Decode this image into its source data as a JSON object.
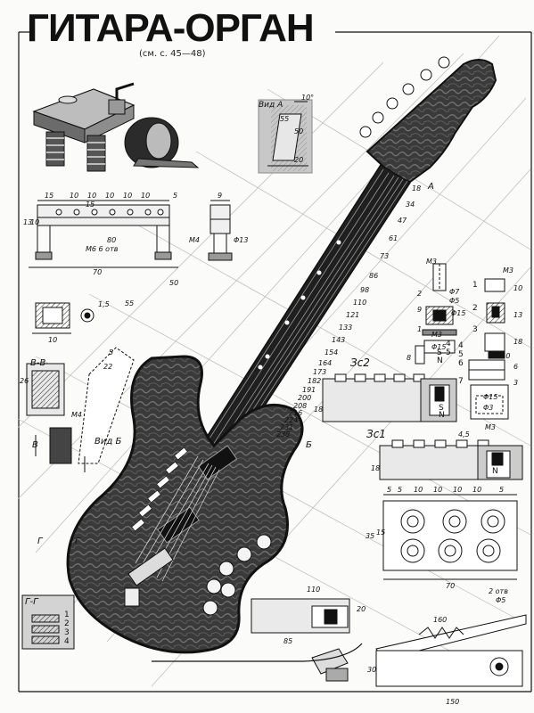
{
  "title": "ГИТАРА-ОРГАН",
  "subtitle": "(см. с. 45—48)",
  "views": {
    "view_a": "Вид А",
    "view_b": "Вид Б",
    "section_bb": "В-В",
    "section_gg": "Г-Г",
    "zs2": "Зс2",
    "zs1": "Зс1",
    "mark_a": "А",
    "mark_b": "Б",
    "mark_v": "В",
    "mark_g1": "Г",
    "mark_g2": "Г"
  },
  "dims": {
    "bracket_spacing": [
      "15",
      "10",
      "10",
      "10",
      "10",
      "10",
      "5"
    ],
    "bracket_mid": "15",
    "bracket_holes": "М6 6 отв",
    "bracket_80": "80",
    "bracket_70": "70",
    "bracket_13": "13",
    "bracket_h10": "10",
    "bracket_m4": "М4",
    "bracket_9": "9",
    "bracket_d13": "Φ13",
    "small_10": "10",
    "small_15": "1,5",
    "view_a_10": "10°",
    "view_a_55": "55",
    "view_a_50": "50",
    "view_a_20": "20",
    "neck_50": "50",
    "neck_55": "55",
    "bb_26": "26",
    "bb_5": "5",
    "bb_22": "22",
    "bb_m4": "М4",
    "zs2_18": "18",
    "zs1_18": "18",
    "zs1_45": "4,5",
    "box_spacing": [
      "5",
      "5",
      "10",
      "10",
      "10",
      "10",
      "5"
    ],
    "box_15": "15",
    "box_35": "35",
    "box_70": "70",
    "box_holes": "2 отв",
    "box_d5": "Φ5",
    "m3_a": "М3",
    "m3_b": "М3",
    "m3_c": "М3",
    "m3_d": "М3",
    "d7": "Φ7",
    "d5": "Φ5",
    "d15": "Φ15",
    "d15b": "Φ15",
    "d10": "Φ10",
    "d15c": "Φ15",
    "d3": "Φ3",
    "p_10": "10",
    "p_13": "13",
    "p_18": "18",
    "p_6": "6",
    "p_3": "3",
    "p_2": "2",
    "p_1": "1",
    "p_9": "9",
    "p_8": "8",
    "pedal_110": "110",
    "pedal_20": "20",
    "pedal_85": "85",
    "pedal_160": "160",
    "pedal_150": "150",
    "pedal_30": "30"
  },
  "parts": [
    "1",
    "2",
    "3",
    "4",
    "5",
    "6",
    "7"
  ],
  "parts_second": [
    "4",
    "5"
  ],
  "magnet_s": [
    "S",
    "S",
    "S"
  ],
  "magnet_n": [
    "N",
    "N",
    "N"
  ],
  "fret_marks": [
    "18",
    "34",
    "47",
    "61",
    "73",
    "86",
    "98",
    "110",
    "121",
    "133",
    "143",
    "154",
    "164",
    "173",
    "182",
    "191",
    "200",
    "208",
    "216",
    "224",
    "231",
    "238"
  ],
  "gg_labels": [
    "1",
    "2",
    "3",
    "4"
  ]
}
